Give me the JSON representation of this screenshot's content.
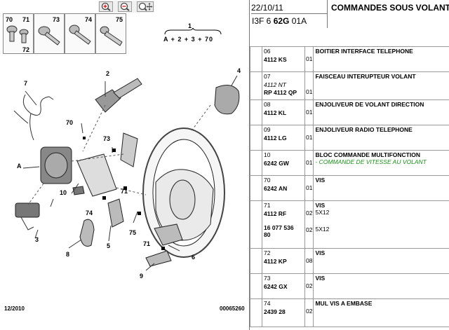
{
  "toolbar": {
    "buttons": [
      {
        "name": "zoom-in",
        "icon": "magnifier-plus-icon"
      },
      {
        "name": "zoom-out",
        "icon": "magnifier-minus-icon"
      },
      {
        "name": "pan",
        "icon": "magnifier-move-icon"
      }
    ]
  },
  "hardware_cells": [
    "70",
    "71",
    "72",
    "73",
    "74",
    "75"
  ],
  "assembly": {
    "label": "1",
    "formula": "A + 2 + 3 + 70"
  },
  "callouts": {
    "c2": "2",
    "c3": "3",
    "c4": "4",
    "c5": "5",
    "c6": "6",
    "c7": "7",
    "c8": "8",
    "c9": "9",
    "c10": "10",
    "c70": "70",
    "c71a": "71",
    "c71b": "71",
    "c73": "73",
    "c74": "74",
    "c75": "75",
    "cA": "A"
  },
  "footer": {
    "date": "12/2010",
    "code": "00065260"
  },
  "header": {
    "date": "22/10/11",
    "title": "COMMANDES SOUS VOLANT",
    "code_prefix": "I3F 6",
    "code_bold": "62G",
    "code_suffix": "01A"
  },
  "parts": [
    {
      "index": "06",
      "refs": [
        {
          "ref": "4112 KS",
          "italic": false,
          "qty": "01"
        }
      ],
      "desc": "BOITIER INTERFACE TELEPHONE"
    },
    {
      "index": "07",
      "refs": [
        {
          "ref": "4112 NT",
          "italic": true,
          "qty": ""
        },
        {
          "ref": "RP 4112 QP",
          "italic": false,
          "qty": "01"
        }
      ],
      "desc": "FAISCEAU INTERUPTEUR VOLANT"
    },
    {
      "index": "08",
      "refs": [
        {
          "ref": "4112 KL",
          "italic": false,
          "qty": "01"
        }
      ],
      "desc": "ENJOLIVEUR DE VOLANT DIRECTION"
    },
    {
      "index": "09",
      "refs": [
        {
          "ref": "4112 LG",
          "italic": false,
          "qty": "01"
        }
      ],
      "desc": "ENJOLIVEUR RADIO TELEPHONE"
    },
    {
      "index": "10",
      "refs": [
        {
          "ref": "6242 GW",
          "italic": false,
          "qty": "01"
        }
      ],
      "desc": "BLOC COMMANDE MULTIFONCTION",
      "note": "- COMMANDE DE VITESSE AU VOLANT"
    },
    {
      "index": "70",
      "refs": [
        {
          "ref": "6242 AN",
          "italic": false,
          "qty": "01"
        }
      ],
      "desc": "VIS"
    },
    {
      "index": "71",
      "refs": [
        {
          "ref": "4112 RF",
          "italic": false,
          "qty": "02",
          "spec": "5X12"
        },
        {
          "ref": "16 077 536 80",
          "italic": false,
          "qty": "02",
          "spec": "5X12"
        }
      ],
      "desc": "VIS"
    },
    {
      "index": "72",
      "refs": [
        {
          "ref": "4112 KP",
          "italic": false,
          "qty": "08"
        }
      ],
      "desc": "VIS"
    },
    {
      "index": "73",
      "refs": [
        {
          "ref": "6242 GX",
          "italic": false,
          "qty": "02"
        }
      ],
      "desc": "VIS"
    },
    {
      "index": "74",
      "refs": [
        {
          "ref": "2439 28",
          "italic": false,
          "qty": "02"
        }
      ],
      "desc": "MUL VIS A EMBASE"
    }
  ]
}
